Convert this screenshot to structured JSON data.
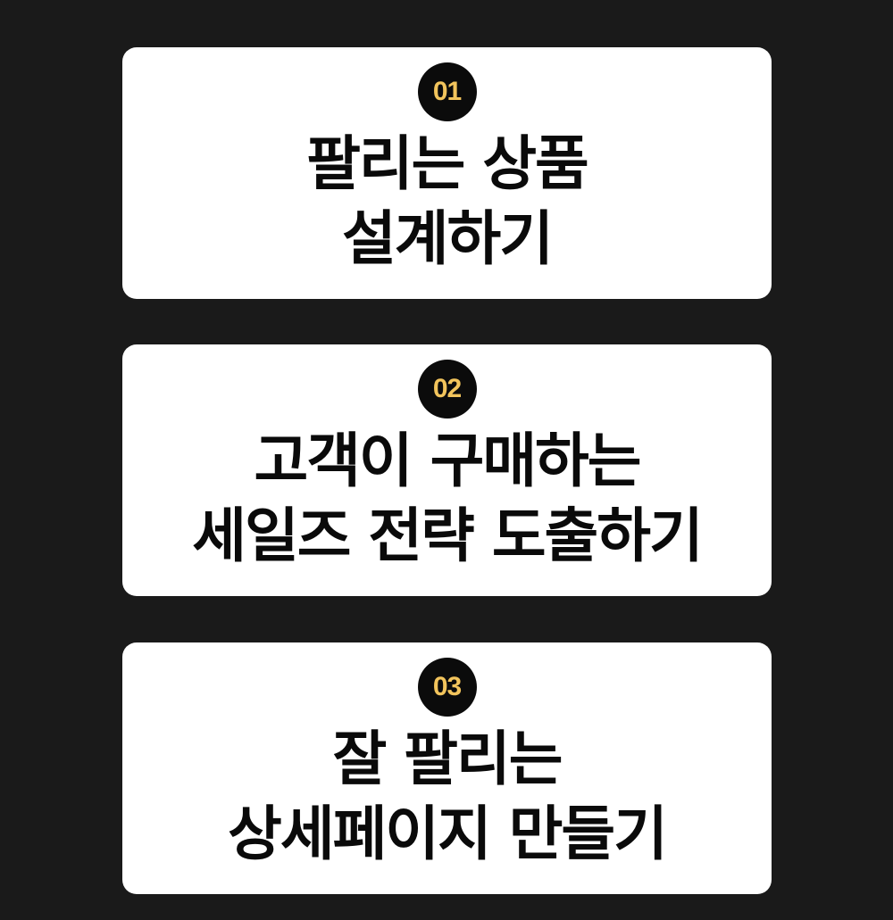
{
  "background_color": "#1a1a1a",
  "accent_color": "#f2c45c",
  "cards": [
    {
      "number": "01",
      "title_line1": "팔리는 상품",
      "title_line2": "설계하기"
    },
    {
      "number": "02",
      "title_line1": "고객이 구매하는",
      "title_line2": "세일즈 전략 도출하기"
    },
    {
      "number": "03",
      "title_line1": "잘 팔리는",
      "title_line2": "상세페이지 만들기"
    }
  ]
}
